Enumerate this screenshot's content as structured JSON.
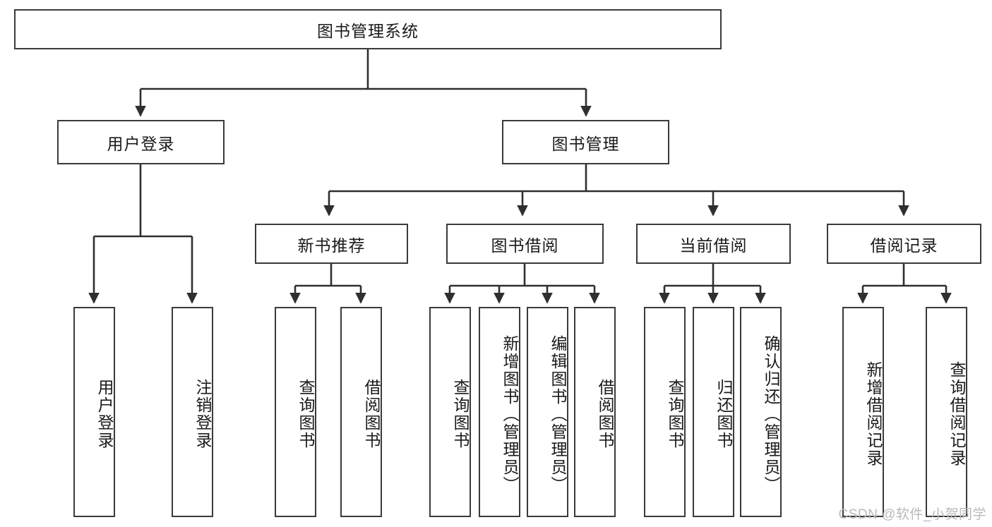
{
  "diagram": {
    "title": "图书管理系统",
    "watermark": "CSDN @软件_小贺同学",
    "colors": {
      "box_border": "#3a3a3a",
      "box_fill": "#ffffff",
      "edge": "#2f2f2f",
      "text": "#1a1a1a",
      "watermark": "#b9b9b9",
      "background": "#ffffff"
    },
    "root": {
      "label": "图书管理系统"
    },
    "level2": [
      {
        "label": "用户登录"
      },
      {
        "label": "图书管理"
      }
    ],
    "level3": [
      {
        "label": "新书推荐"
      },
      {
        "label": "图书借阅"
      },
      {
        "label": "当前借阅"
      },
      {
        "label": "借阅记录"
      }
    ],
    "leaves": {
      "user_login": [
        {
          "label": "用户登录"
        },
        {
          "label": "注销登录"
        }
      ],
      "new_book_recommend": [
        {
          "label": "查询图书"
        },
        {
          "label": "借阅图书"
        }
      ],
      "book_borrow": [
        {
          "label": "查询图书"
        },
        {
          "label": "新增图书（管理员）"
        },
        {
          "label": "编辑图书（管理员）"
        },
        {
          "label": "借阅图书"
        }
      ],
      "current_borrow": [
        {
          "label": "查询图书"
        },
        {
          "label": "归还图书"
        },
        {
          "label": "确认归还（管理员）"
        }
      ],
      "borrow_record": [
        {
          "label": "新增借阅记录"
        },
        {
          "label": "查询借阅记录"
        }
      ]
    }
  }
}
